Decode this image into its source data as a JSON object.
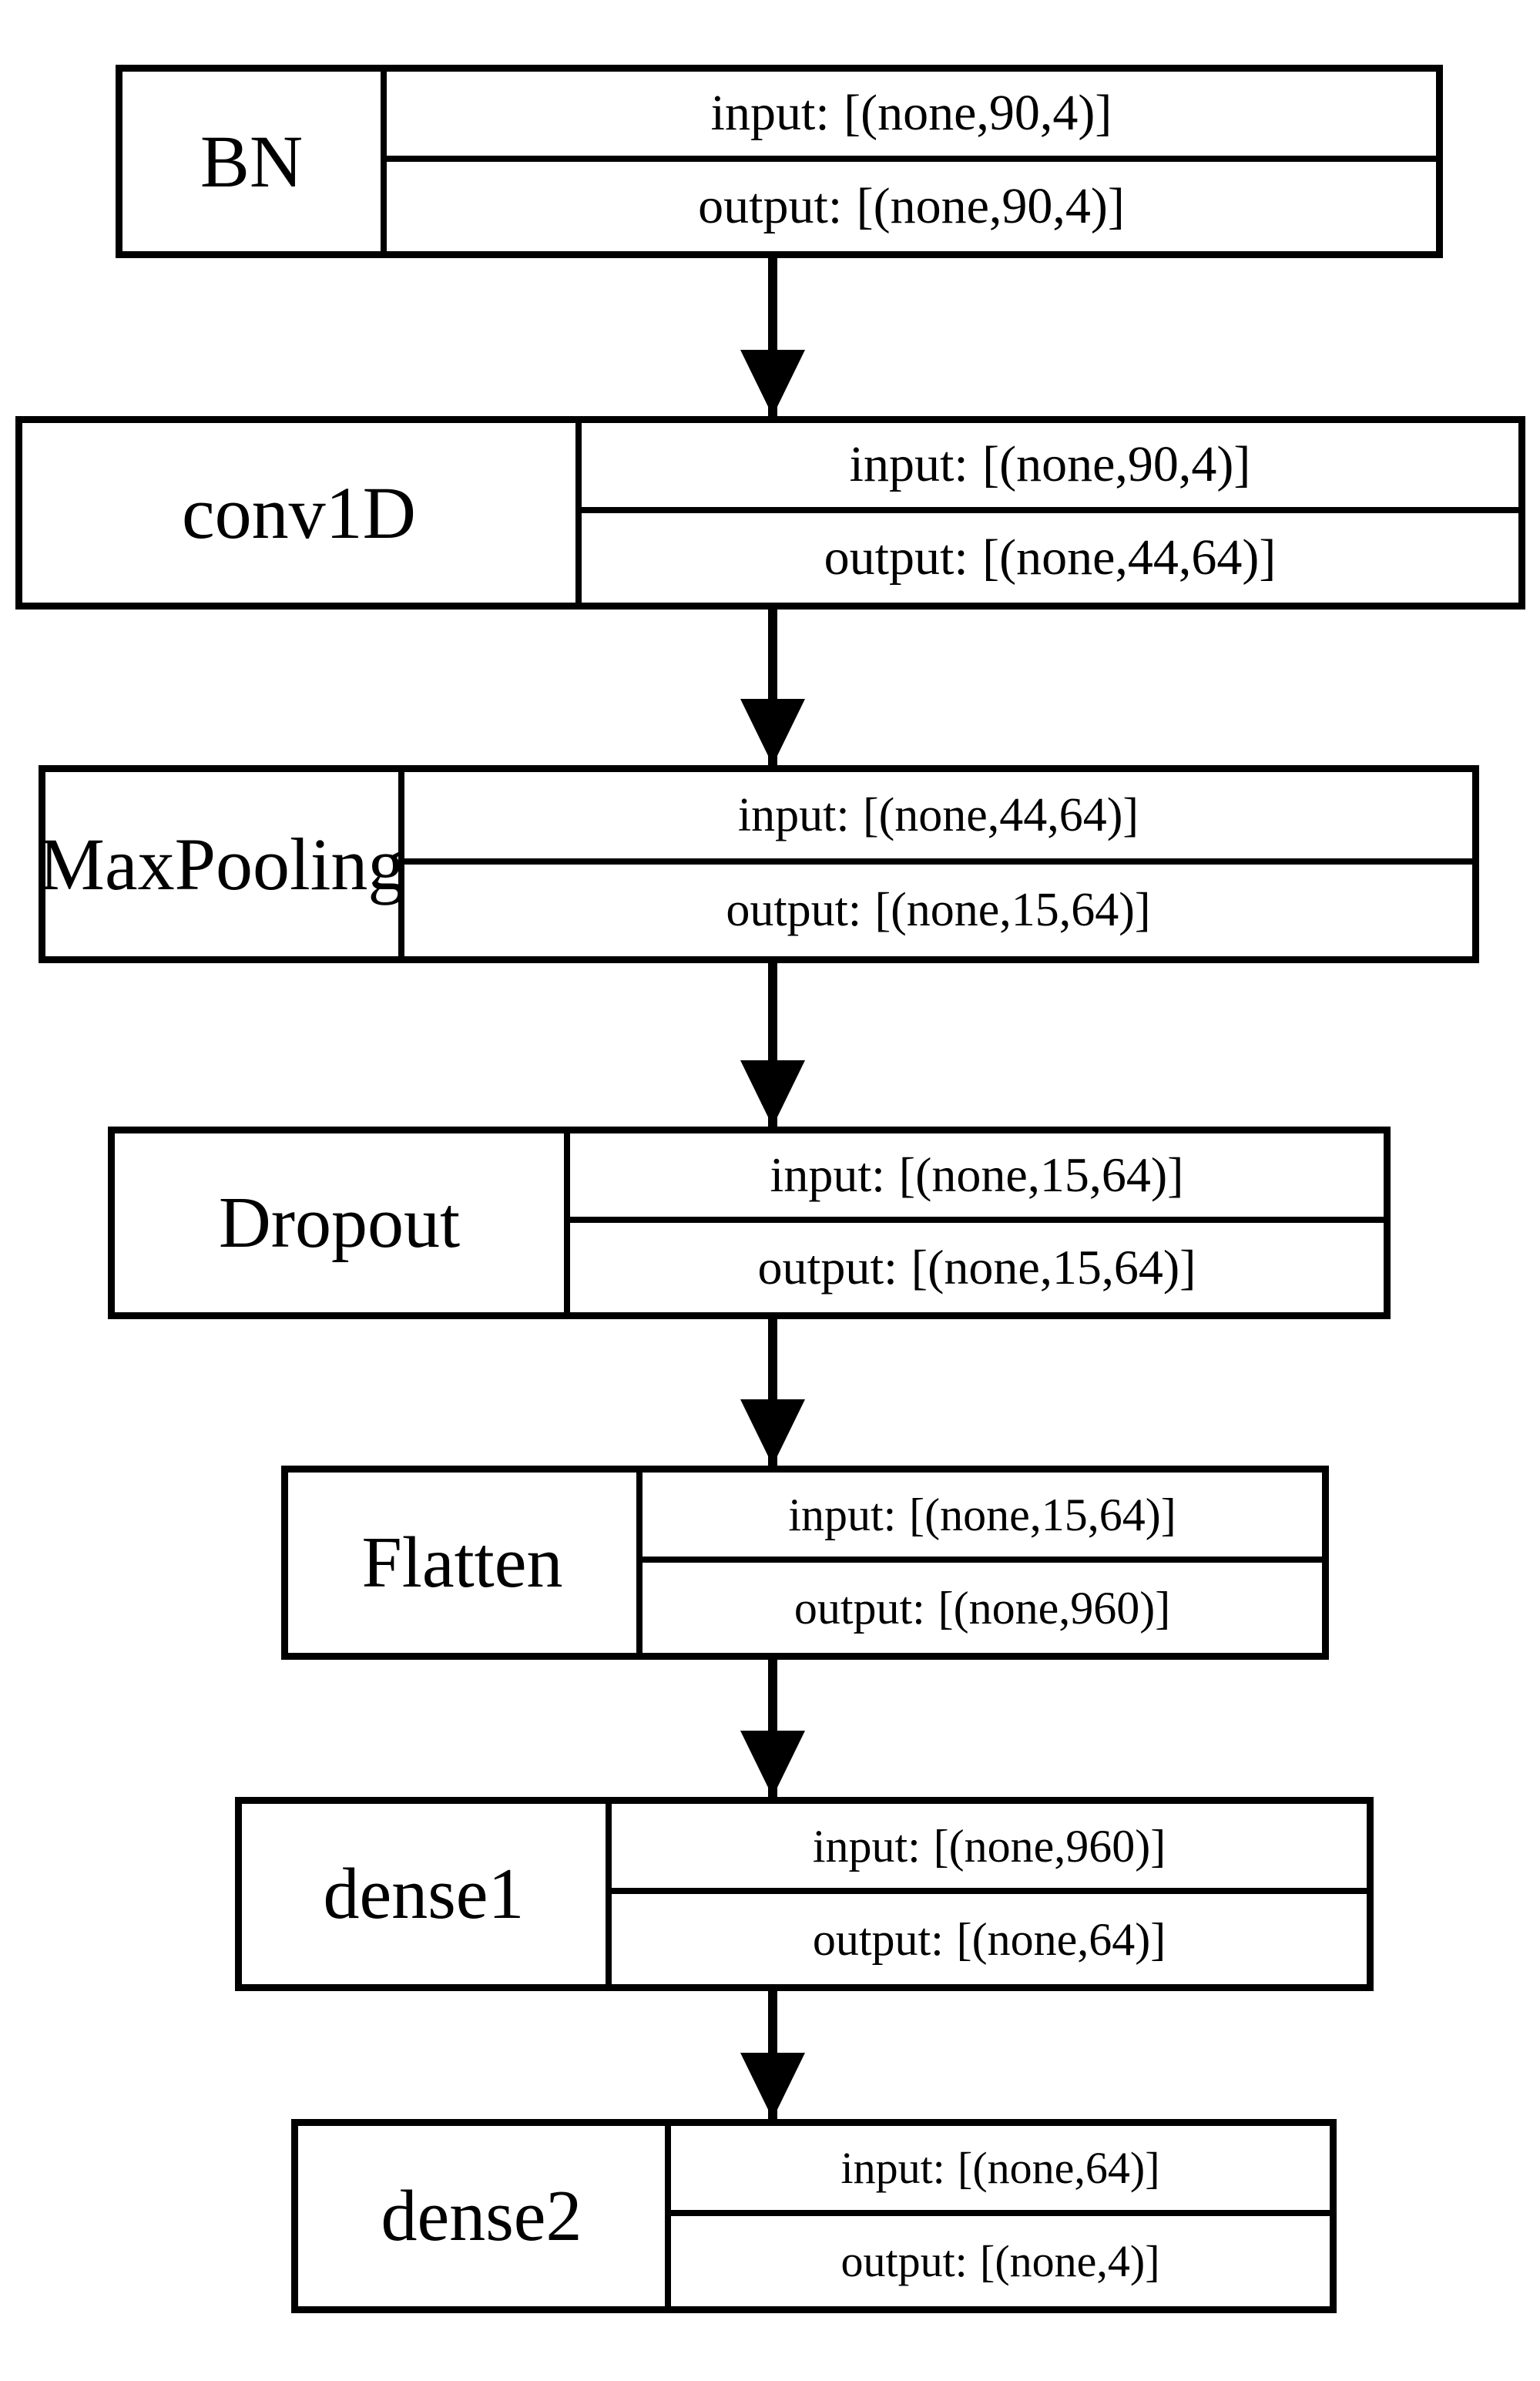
{
  "diagram": {
    "type": "neural-network-architecture-flowchart",
    "title": "",
    "orientation": "top-to-bottom",
    "io_label_input": "input:",
    "io_label_output": "output:",
    "edge_style": "solid-arrow-down",
    "colors": {
      "stroke": "#000000",
      "fill": "#ffffff",
      "text": "#000000"
    },
    "nodes": [
      {
        "id": "bn",
        "name": "BN",
        "input": "[(none,90,4)]",
        "output": "[(none,90,4)]"
      },
      {
        "id": "conv1d",
        "name": "conv1D",
        "input": "[(none,90,4)]",
        "output": "[(none,44,64)]"
      },
      {
        "id": "maxpool",
        "name": "MaxPooling",
        "input": "[(none,44,64)]",
        "output": "[(none,15,64)]"
      },
      {
        "id": "dropout",
        "name": "Dropout",
        "input": "[(none,15,64)]",
        "output": "[(none,15,64)]"
      },
      {
        "id": "flatten",
        "name": "Flatten",
        "input": "[(none,15,64)]",
        "output": "[(none,960)]"
      },
      {
        "id": "dense1",
        "name": "dense1",
        "input": "[(none,960)]",
        "output": "[(none,64)]"
      },
      {
        "id": "dense2",
        "name": "dense2",
        "input": "[(none,64)]",
        "output": "[(none,4)]"
      }
    ],
    "edges": [
      {
        "from": "bn",
        "to": "conv1d"
      },
      {
        "from": "conv1d",
        "to": "maxpool"
      },
      {
        "from": "maxpool",
        "to": "dropout"
      },
      {
        "from": "dropout",
        "to": "flatten"
      },
      {
        "from": "flatten",
        "to": "dense1"
      },
      {
        "from": "dense1",
        "to": "dense2"
      }
    ]
  }
}
